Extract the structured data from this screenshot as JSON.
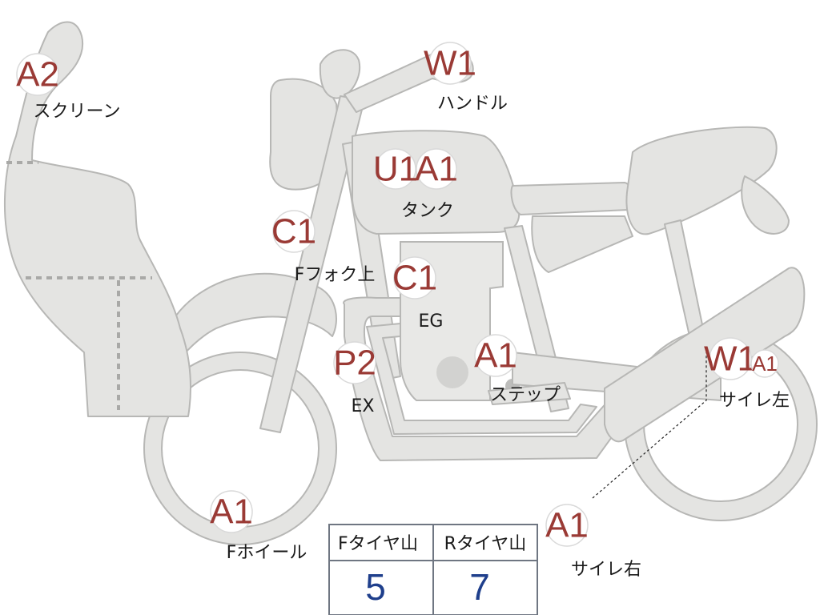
{
  "colors": {
    "bike_fill": "#e4e4e2",
    "bike_stroke": "#b7b7b5",
    "badge_text": "#9a3a35",
    "value_text": "#1f3f8c",
    "table_border": "#6f7682"
  },
  "parts": [
    {
      "id": "screen",
      "badges": [
        "A2"
      ],
      "label": "スクリーン"
    },
    {
      "id": "handle",
      "badges": [
        "W1"
      ],
      "label": "ハンドル"
    },
    {
      "id": "tank",
      "badges": [
        "U1",
        "A1"
      ],
      "label": "タンク"
    },
    {
      "id": "ffork",
      "badges": [
        "C1"
      ],
      "label": "Fフォク上"
    },
    {
      "id": "engine",
      "badges": [
        "C1"
      ],
      "label": "EG"
    },
    {
      "id": "exhaust",
      "badges": [
        "P2"
      ],
      "label": "EX"
    },
    {
      "id": "step",
      "badges": [
        "A1"
      ],
      "label": "ステップ"
    },
    {
      "id": "muffler-left",
      "badges": [
        "W1",
        "A1"
      ],
      "label": "サイレ左"
    },
    {
      "id": "fwheel",
      "badges": [
        "A1"
      ],
      "label": "Fホイール"
    },
    {
      "id": "muffler-right",
      "badges": [
        "A1"
      ],
      "label": "サイレ右"
    }
  ],
  "tire_table": {
    "front_header": "Fタイヤ山",
    "rear_header": "Rタイヤ山",
    "front_value": "5",
    "rear_value": "7"
  }
}
